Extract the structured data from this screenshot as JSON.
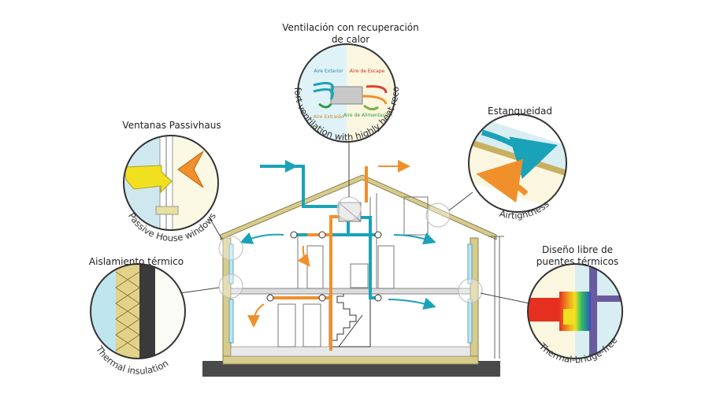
{
  "labels": {
    "ventilation_es_line1": "Ventilación con recuperación",
    "ventilation_es_line2": "de calor",
    "ventilation_en": "Comfort ventilation with highly heat recovery",
    "windows_es": "Ventanas Passivhaus",
    "windows_en": "Passive House windows",
    "airtight_es": "Estanqueidad",
    "airtight_en": "Airtightness",
    "insulation_es": "Aislamiento térmico",
    "insulation_en": "Thermal insulation",
    "bridge_es_line1": "Diseño libre de",
    "bridge_es_line2": "puentes térmicos",
    "bridge_en": "Thermal-bridge-free"
  },
  "hrv_inset": {
    "outdoor_air": "Aire Exterior",
    "exhaust_air": "Aire de Escape",
    "extract_air": "Aire Extraído",
    "supply_air": "Aire de Alimentación"
  },
  "colors": {
    "cold_air": "#1aa3b8",
    "warm_air": "#f0902a",
    "wall": "#d8cc8c",
    "ground": "#4a4a4a",
    "glass": "#bfe6ef",
    "line": "#555555"
  }
}
